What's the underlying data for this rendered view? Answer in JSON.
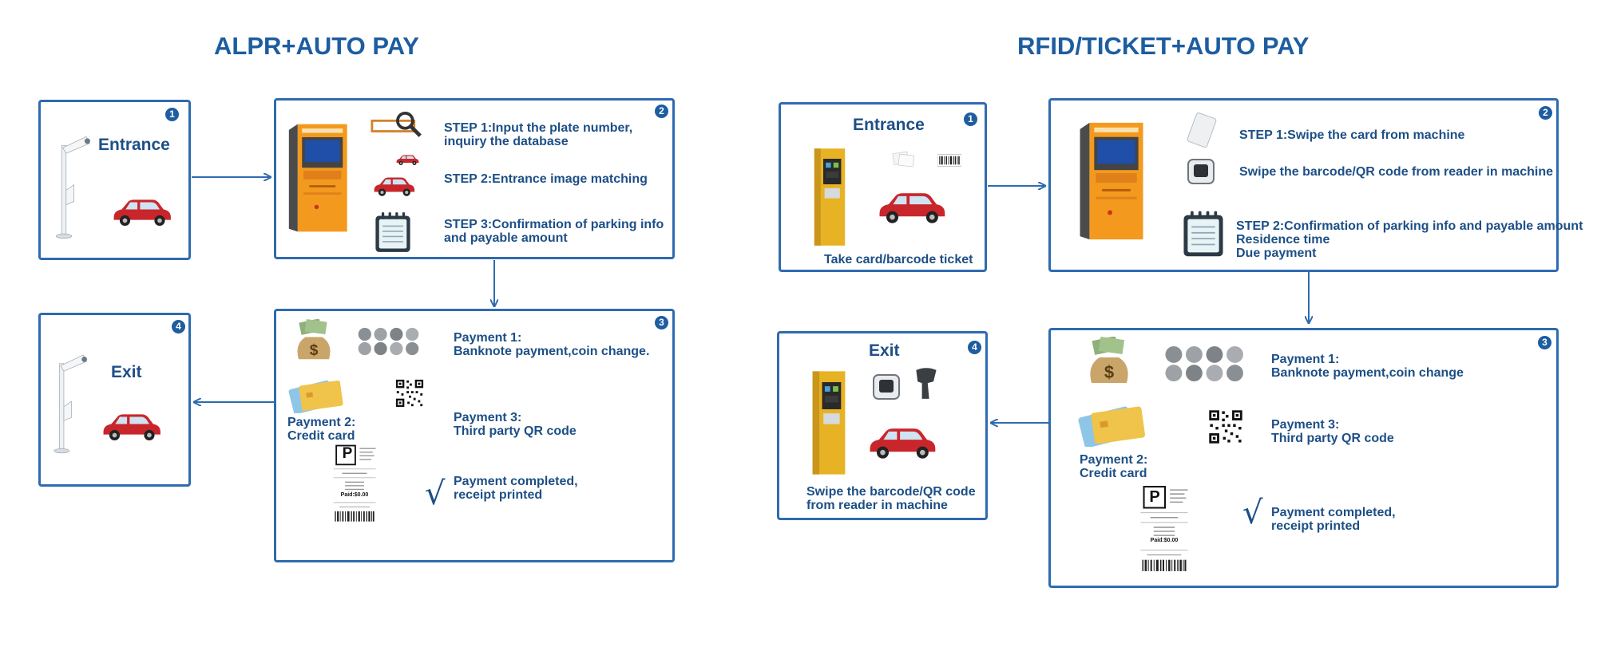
{
  "left": {
    "title": "ALPR+AUTO PAY",
    "entrance": {
      "badge": "1",
      "label": "Entrance"
    },
    "kiosk": {
      "badge": "2",
      "step1": [
        "STEP 1:Input the plate number,",
        "inquiry the database"
      ],
      "step2": "STEP 2:Entrance image matching",
      "step3": [
        "STEP 3:Confirmation of parking info",
        "and payable amount"
      ]
    },
    "payment": {
      "badge": "3",
      "payment1": [
        "Payment 1:",
        "Banknote payment,coin change."
      ],
      "payment2": [
        "Payment 2:",
        "Credit card"
      ],
      "payment3": [
        "Payment 3:",
        "Third party QR code"
      ],
      "completed": [
        "Payment completed,",
        "receipt printed"
      ],
      "check": "√"
    },
    "exit": {
      "badge": "4",
      "label": "Exit"
    }
  },
  "right": {
    "title": "RFID/TICKET+AUTO PAY",
    "entrance": {
      "badge": "1",
      "label": "Entrance",
      "caption": "Take card/barcode ticket"
    },
    "kiosk": {
      "badge": "2",
      "step1": "STEP 1:Swipe the card from machine",
      "swipe": "Swipe the barcode/QR code from reader in machine",
      "step2": [
        "STEP 2:Confirmation of parking info and payable amount",
        "Residence time",
        "Due payment"
      ]
    },
    "payment": {
      "badge": "3",
      "payment1": [
        "Payment 1:",
        "Banknote payment,coin change"
      ],
      "payment2": [
        "Payment 2:",
        "Credit card"
      ],
      "payment3": [
        "Payment 3:",
        "Third party QR code"
      ],
      "completed": [
        "Payment completed,",
        "receipt printed"
      ],
      "check": "√"
    },
    "exit": {
      "badge": "4",
      "label": "Exit",
      "caption": [
        "Swipe the barcode/QR code",
        "from reader in machine"
      ]
    }
  },
  "receipt": {
    "p": "P",
    "paid": "Paid:$0.00"
  },
  "colors": {
    "accent": "#1d5da0",
    "border": "#2f6bb0",
    "kiosk": "#f39a1e",
    "car": "#c8262b"
  }
}
